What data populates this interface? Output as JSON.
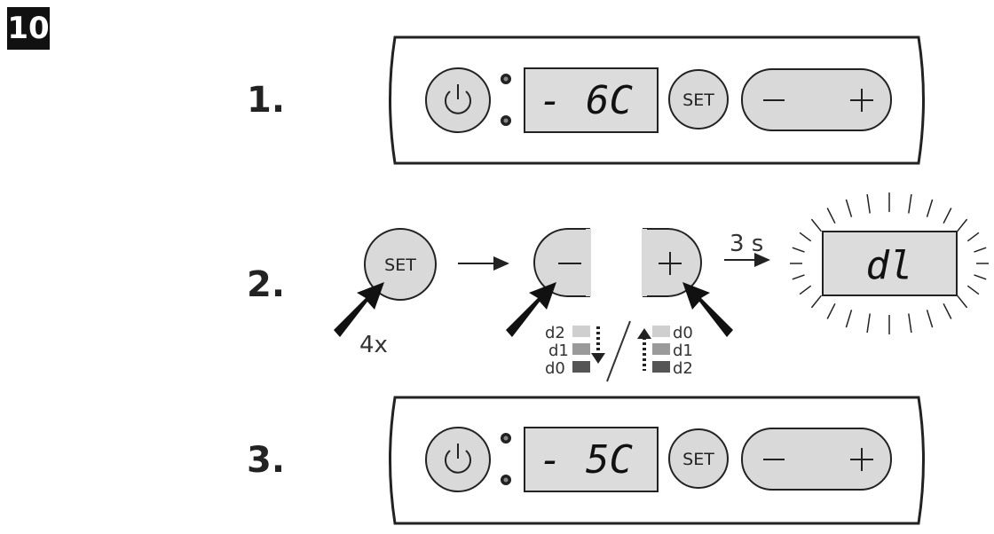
{
  "figure": {
    "label": "10"
  },
  "steps": [
    {
      "number": "1.",
      "display": "- 6C",
      "set_label": "SET"
    },
    {
      "number": "2.",
      "set_label": "SET",
      "press_count": "4x",
      "hold_time": "3 s",
      "result_display": "dl",
      "minus_levels": [
        "d2",
        "d1",
        "d0"
      ],
      "plus_levels": [
        "d0",
        "d1",
        "d2"
      ]
    },
    {
      "number": "3.",
      "display": "- 5C",
      "set_label": "SET"
    }
  ],
  "colors": {
    "button_fill": "#d9d9d9",
    "display_fill": "#dcdcdc",
    "stroke": "#222222",
    "level_light": "#cfcfcf",
    "level_mid": "#9a9a9a",
    "level_dark": "#555555"
  },
  "icons": [
    "power-icon",
    "led-indicator",
    "minus-icon",
    "plus-icon",
    "press-arrow-icon",
    "arrow-right-icon",
    "blink-rays"
  ]
}
